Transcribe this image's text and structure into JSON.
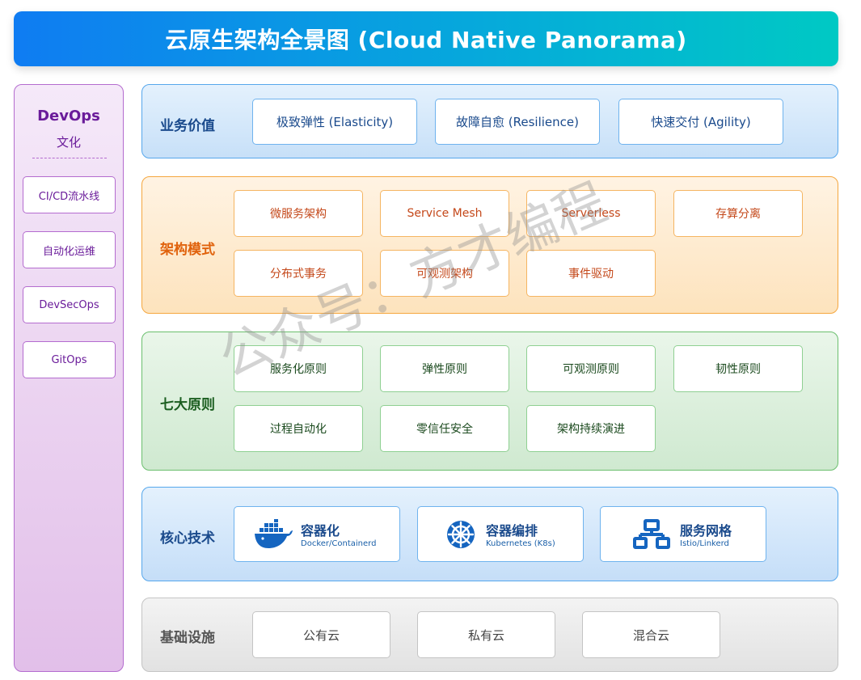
{
  "title": "云原生架构全景图 (Cloud Native Panorama)",
  "devops": {
    "title": "DevOps",
    "subtitle": "文化",
    "items": [
      "CI/CD流水线",
      "自动化运维",
      "DevSecOps",
      "GitOps"
    ]
  },
  "layers": {
    "business": {
      "label": "业务价值",
      "items": [
        "极致弹性 (Elasticity)",
        "故障自愈 (Resilience)",
        "快速交付 (Agility)"
      ]
    },
    "architecture": {
      "label": "架构模式",
      "items": [
        "微服务架构",
        "Service Mesh",
        "Serverless",
        "存算分离",
        "分布式事务",
        "可观测架构",
        "事件驱动"
      ]
    },
    "principles": {
      "label": "七大原则",
      "items": [
        "服务化原则",
        "弹性原则",
        "可观测原则",
        "韧性原则",
        "过程自动化",
        "零信任安全",
        "架构持续演进"
      ]
    },
    "core": {
      "label": "核心技术",
      "items": [
        {
          "name": "容器化",
          "sub": "Docker/Containerd",
          "icon": "docker-whale-icon"
        },
        {
          "name": "容器编排",
          "sub": "Kubernetes (K8s)",
          "icon": "kubernetes-helm-icon"
        },
        {
          "name": "服务网格",
          "sub": "Istio/Linkerd",
          "icon": "network-icon"
        }
      ]
    },
    "infra": {
      "label": "基础设施",
      "items": [
        "公有云",
        "私有云",
        "混合云"
      ]
    }
  },
  "watermark": "公众号：方才编程",
  "colors": {
    "title_gradient_start": "#0f7cf2",
    "title_gradient_end": "#00c9c4",
    "devops_purple": "#6a1b9a",
    "business_blue": "#1a4a8c",
    "architecture_orange": "#e0620c",
    "principles_green": "#1b5e20",
    "core_blue": "#1a4a8c",
    "infra_gray": "#555555",
    "icon_blue": "#1565c0"
  }
}
